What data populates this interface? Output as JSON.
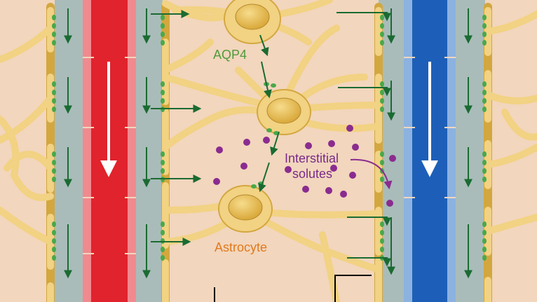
{
  "diagram": {
    "labels": {
      "aqp4": "AQP4",
      "interstitial_line1": "Interstitial",
      "interstitial_line2": "solutes",
      "astrocyte": "Astrocyte"
    },
    "colors": {
      "background": "#f2d6bd",
      "perivascular_space": "#a9bcb9",
      "artery": "#e0232c",
      "artery_wall": "#f08a8f",
      "vein": "#1d5fb8",
      "vein_wall": "#8cb2e0",
      "astrocyte_process": "#f2d283",
      "astrocyte_body": "#e7bb4d",
      "aqp4": "#4aa84a",
      "flow_arrow": "#1a6b32",
      "solute": "#8a2c8f",
      "aqp4_label": "#4f9a3c",
      "solutes_label": "#7a2a8a",
      "astrocyte_label": "#e07a1e"
    }
  }
}
